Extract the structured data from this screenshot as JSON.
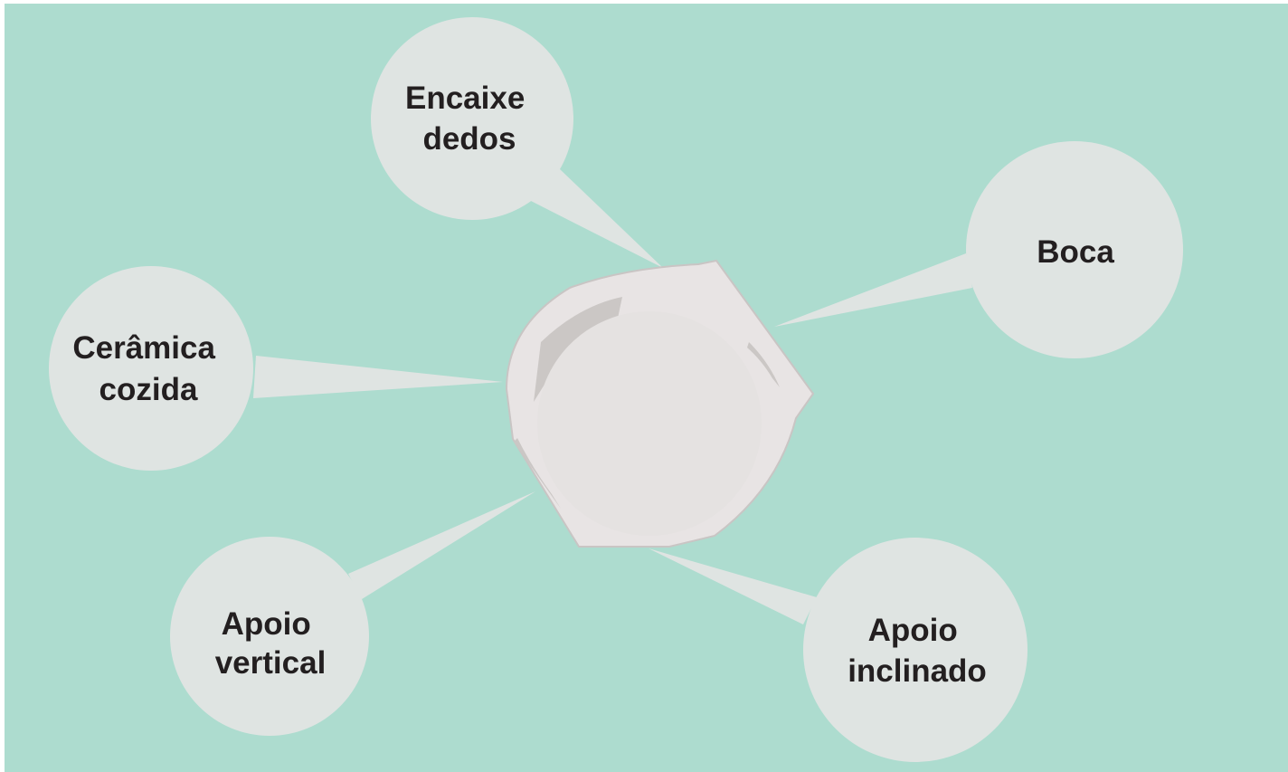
{
  "diagram": {
    "subject": "Ceramic vessel (top view)",
    "callouts": [
      {
        "id": "encaixe-dedos",
        "lines": [
          "Encaixe",
          "dedos"
        ]
      },
      {
        "id": "boca",
        "lines": [
          "Boca"
        ]
      },
      {
        "id": "ceramica-cozida",
        "lines": [
          "Cerâmica",
          "cozida"
        ]
      },
      {
        "id": "apoio-vertical",
        "lines": [
          "Apoio",
          "vertical"
        ]
      },
      {
        "id": "apoio-inclinado",
        "lines": [
          "Apoio",
          "inclinado"
        ]
      }
    ]
  },
  "colors": {
    "background": "#addccf",
    "bubble": "#dfe4e2",
    "vessel": "#e8e4e4",
    "vessel_inner": "#e5e2e1",
    "vessel_shadow": "#cbc7c5",
    "vessel_outline": "#c9c5c4",
    "text": "#231f20"
  }
}
